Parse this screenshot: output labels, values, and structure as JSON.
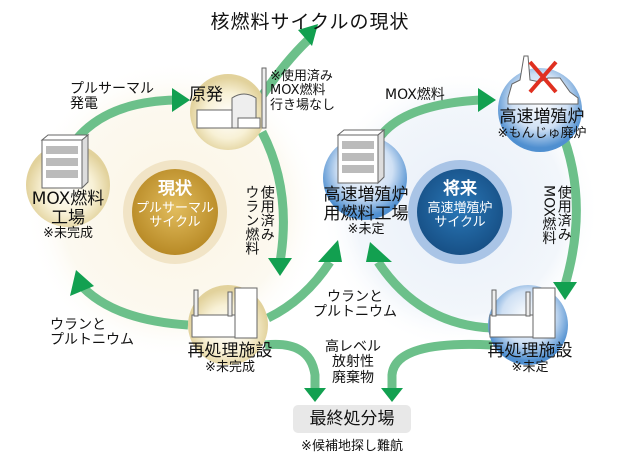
{
  "title": "核燃料サイクルの現状",
  "colors": {
    "arrow": "#6cc08a",
    "arrow_head": "#12a050",
    "current_cycle": "#c89a30",
    "future_cycle": "#1e5f9a",
    "cross": "#e03020"
  },
  "current_cycle": {
    "heading": "現状",
    "name_line1": "プルサーマル",
    "name_line2": "サイクル"
  },
  "future_cycle": {
    "heading": "将来",
    "name_line1": "高速増殖炉",
    "name_line2": "サイクル"
  },
  "nodes": {
    "genpatsu": {
      "label": "原発",
      "icon": "nuclear-plant-icon"
    },
    "mox_factory": {
      "label_line1": "MOX燃料",
      "label_line2": "工場",
      "note": "※未完成",
      "icon": "factory-building-icon"
    },
    "reprocessing_current": {
      "label": "再処理施設",
      "note": "※未完成",
      "icon": "reprocessing-plant-icon"
    },
    "fbr_fuel_factory": {
      "label_line1": "高速増殖炉",
      "label_line2": "用燃料工場",
      "note": "※未定",
      "icon": "factory-building-icon"
    },
    "fbr": {
      "label": "高速増殖炉",
      "note": "※もんじゅ廃炉",
      "icon": "decommissioned-reactor-icon"
    },
    "reprocessing_future": {
      "label": "再処理施設",
      "note": "※未定",
      "icon": "reprocessing-plant-icon"
    },
    "final_disposal": {
      "label": "最終処分場",
      "note": "※候補地探し難航"
    }
  },
  "flows": {
    "pluthermal_power_line1": "プルサーマル",
    "pluthermal_power_line2": "発電",
    "spent_mox_note_line1": "※使用済み",
    "spent_mox_note_line2": "MOX燃料",
    "spent_mox_note_line3": "行き場なし",
    "spent_uranium_col1": "使用済み",
    "spent_uranium_col2": "ウラン燃料",
    "u_pu_left_line1": "ウランと",
    "u_pu_left_line2": "プルトニウム",
    "u_pu_center_line1": "ウランと",
    "u_pu_center_line2": "プルトニウム",
    "mox_fuel": "MOX燃料",
    "spent_mox_col1": "使用済み",
    "spent_mox_col2": "MOX燃料",
    "hlw_line1": "高レベル",
    "hlw_line2": "放射性",
    "hlw_line3": "廃棄物"
  }
}
